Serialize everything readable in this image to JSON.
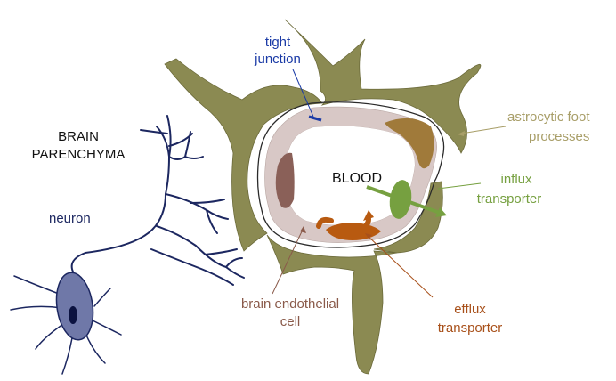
{
  "labels": {
    "tight_junction_1": "tight",
    "tight_junction_2": "junction",
    "brain_parenchyma_1": "BRAIN",
    "brain_parenchyma_2": "PARENCHYMA",
    "neuron": "neuron",
    "blood": "BLOOD",
    "astrocytic_1": "astrocytic foot",
    "astrocytic_2": "processes",
    "influx_1": "influx",
    "influx_2": "transporter",
    "endothelial_1": "brain endothelial",
    "endothelial_2": "cell",
    "efflux_1": "efflux",
    "efflux_2": "transporter"
  },
  "colors": {
    "astrocyte": "#8b8a52",
    "endothelial": "#d8c8c6",
    "nucleus_left": "#8a6058",
    "nucleus_right": "#a07a3a",
    "influx": "#76a040",
    "efflux": "#b85a10",
    "neuron_line": "#1c2760",
    "neuron_body": "#6f78a8",
    "tight_junction_text": "#1a3aa6",
    "astro_text": "#a89e68",
    "endo_text": "#8a5a4a",
    "efflux_text": "#a8501a"
  }
}
